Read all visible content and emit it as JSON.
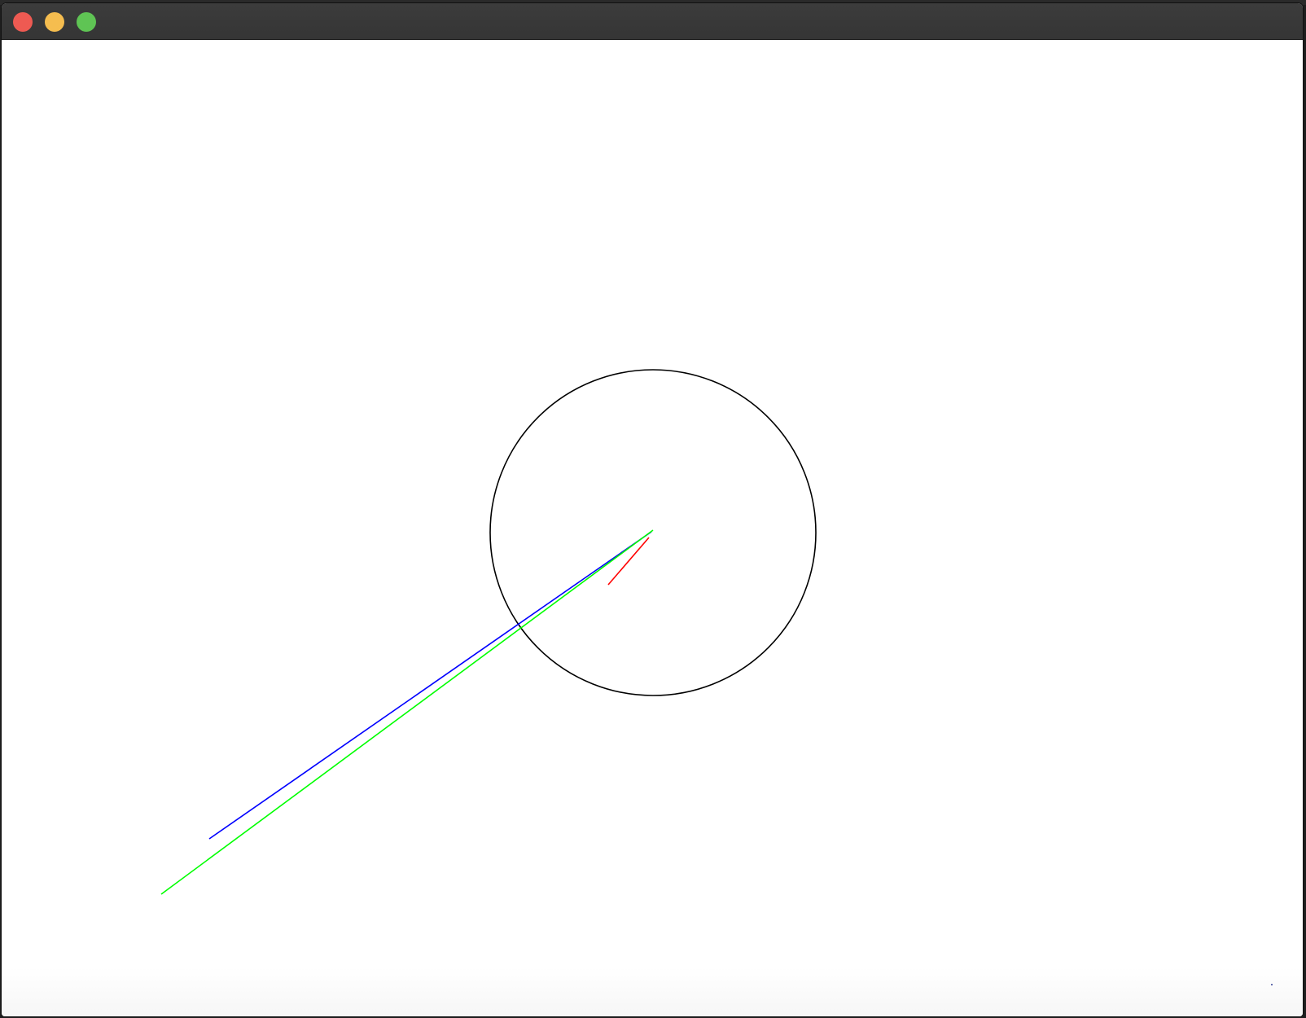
{
  "window": {
    "title": "",
    "controls": {
      "close": {
        "icon": "close-icon",
        "color": "#ee5a52"
      },
      "minimize": {
        "icon": "minimize-icon",
        "color": "#f5bd4f"
      },
      "zoom": {
        "icon": "zoom-icon",
        "color": "#5fc454"
      }
    }
  },
  "canvas": {
    "background": "#ffffff",
    "shapes": [
      {
        "kind": "circle",
        "name": "black-circle",
        "color": "#000000"
      },
      {
        "kind": "line",
        "name": "blue-line",
        "color": "#0000ff"
      },
      {
        "kind": "line",
        "name": "green-line",
        "color": "#00ff00"
      },
      {
        "kind": "line",
        "name": "red-line",
        "color": "#ff0000"
      }
    ]
  }
}
